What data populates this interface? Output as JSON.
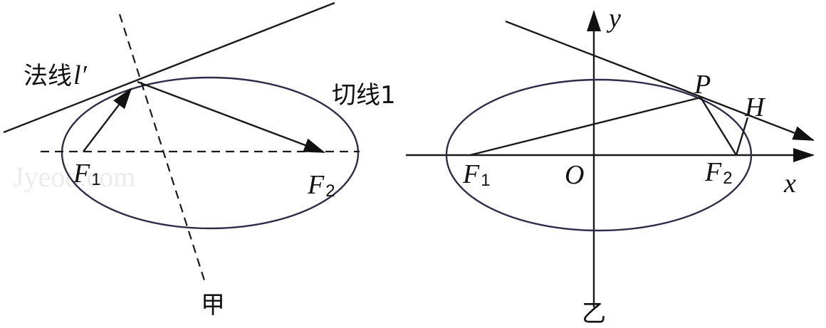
{
  "watermark": "Jyeoo.com",
  "left_figure": {
    "caption": "甲",
    "normal_label": "法线",
    "normal_symbol": "l′",
    "tangent_label": "切线1",
    "focus1": {
      "letter": "F",
      "subscript": "1"
    },
    "focus2": {
      "letter": "F",
      "subscript": "2"
    }
  },
  "right_figure": {
    "caption": "乙",
    "axis_x": "x",
    "axis_y": "y",
    "origin": "O",
    "point_p": "P",
    "point_h": "H",
    "focus1": {
      "letter": "F",
      "subscript": "1"
    },
    "focus2": {
      "letter": "F",
      "subscript": "2"
    }
  }
}
